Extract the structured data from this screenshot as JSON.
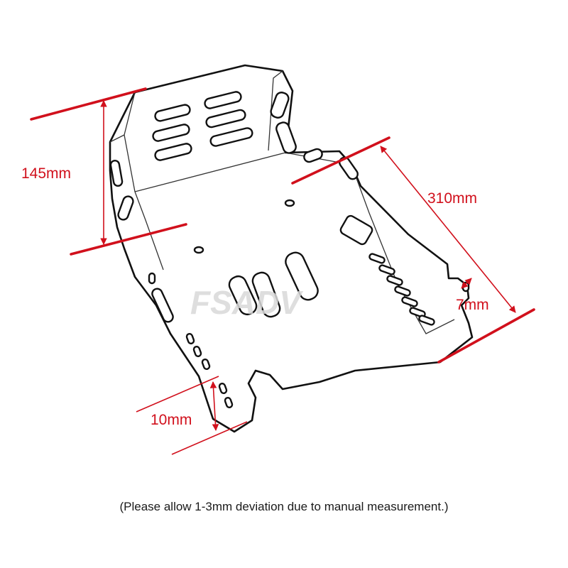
{
  "diagram": {
    "watermark": "FSADV",
    "dimensions": {
      "height": "145mm",
      "length": "310mm",
      "flange_width": "7mm",
      "tab_width": "10mm"
    },
    "colors": {
      "dimension": "#d1101c",
      "outline": "#111111",
      "watermark": "#d9d9d9"
    }
  },
  "note": "(Please allow 1-3mm deviation due to manual measurement.)"
}
